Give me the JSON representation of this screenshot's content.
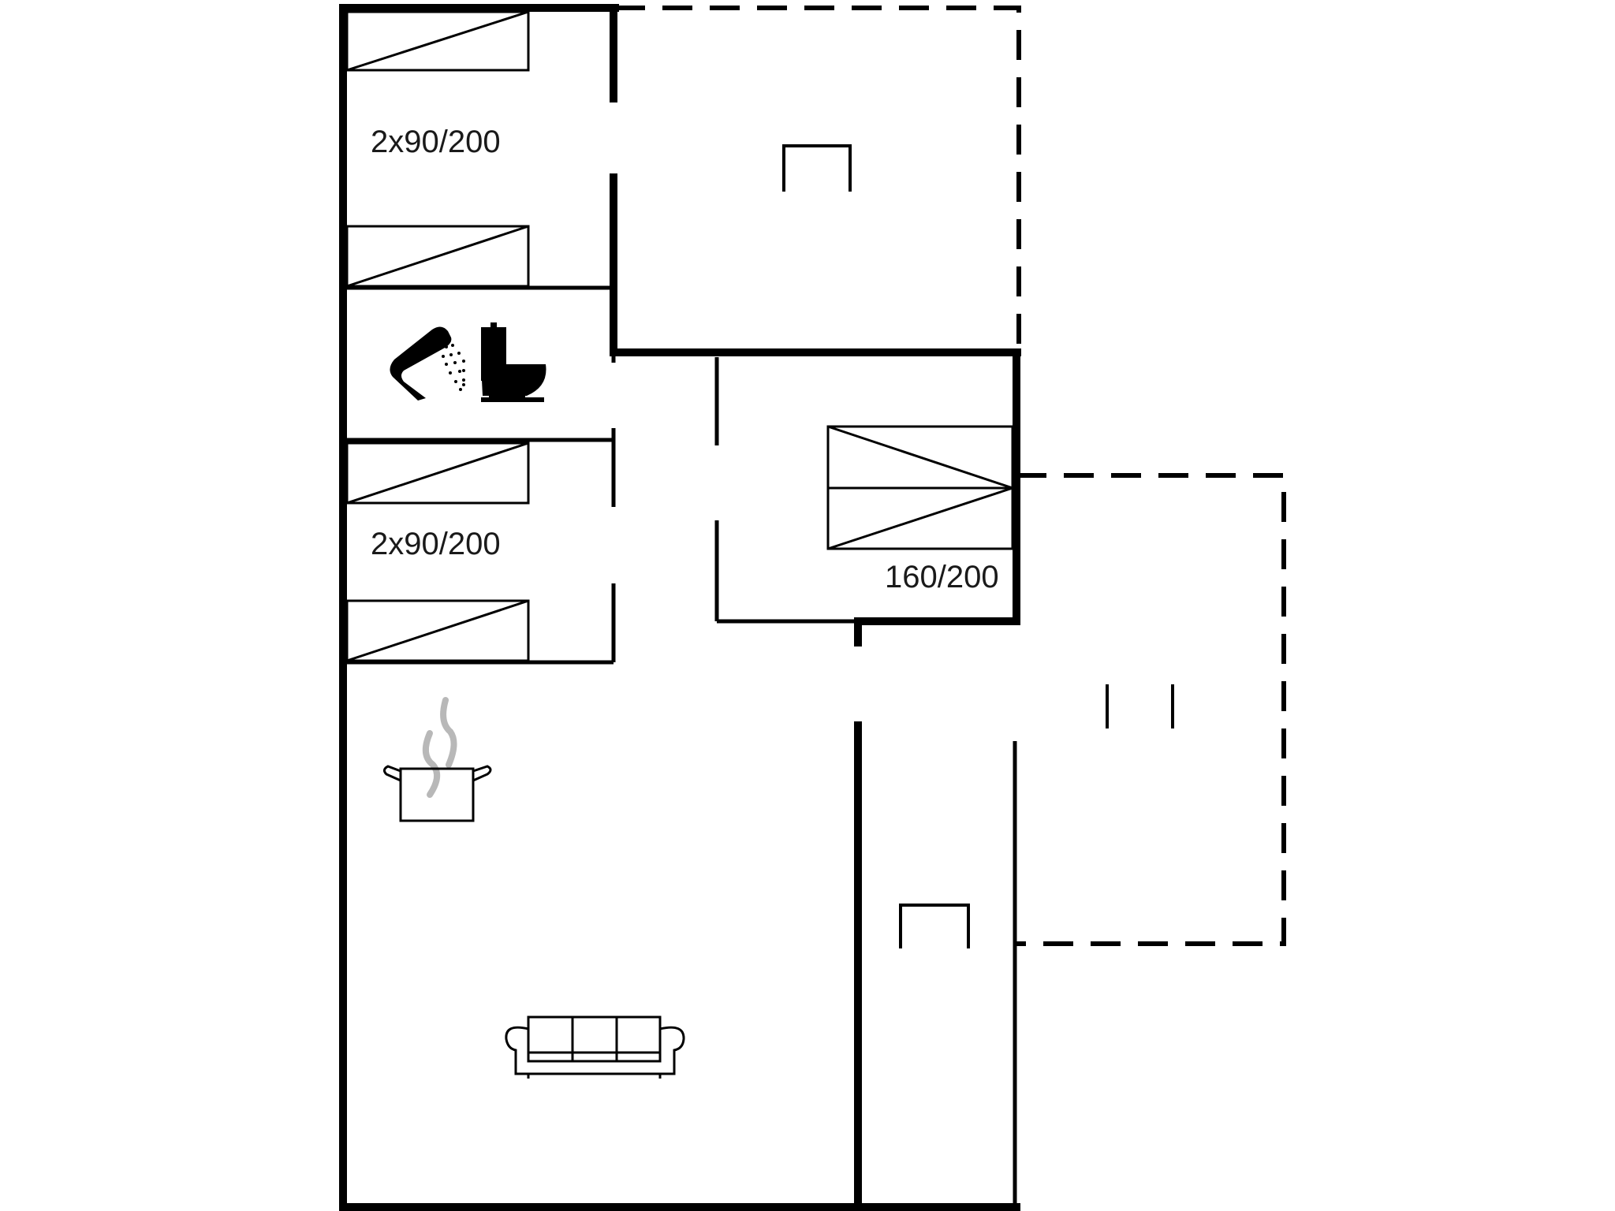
{
  "diagram": {
    "type": "floor-plan",
    "colors": {
      "wall": "#000000",
      "background": "#ffffff",
      "steam": "#b8b8b8"
    },
    "rooms": [
      {
        "id": "bedroom-1",
        "label": "2x90/200",
        "beds": 2,
        "bed_size": "90/200"
      },
      {
        "id": "bathroom",
        "label": "",
        "fixtures": [
          "shower-icon",
          "toilet-icon"
        ]
      },
      {
        "id": "bedroom-2",
        "label": "2x90/200",
        "beds": 2,
        "bed_size": "90/200"
      },
      {
        "id": "bedroom-3",
        "label": "160/200",
        "beds": 1,
        "bed_size": "160/200"
      },
      {
        "id": "kitchen-living",
        "label": "",
        "fixtures": [
          "cooking-pot-icon",
          "sofa-icon"
        ]
      },
      {
        "id": "terrace-top",
        "label": "",
        "outline": "dashed",
        "fixtures": [
          "table-icon"
        ]
      },
      {
        "id": "terrace-right",
        "label": "",
        "outline": "dashed",
        "fixtures": [
          "bench-icon"
        ]
      },
      {
        "id": "corridor",
        "label": "",
        "fixtures": [
          "table-icon"
        ]
      }
    ],
    "labels": {
      "bedroom_1": "2x90/200",
      "bedroom_2": "2x90/200",
      "bedroom_3": "160/200"
    }
  }
}
